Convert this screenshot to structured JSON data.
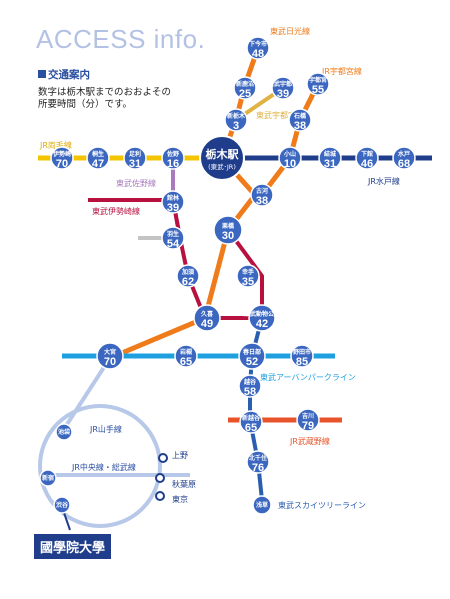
{
  "header": {
    "title": "ACCESS info.",
    "heading": "交通案内",
    "desc_line1": "数字は栃木駅までのおおよその",
    "desc_line2": "所要時間（分）です。"
  },
  "hub": {
    "name": "栃木駅",
    "sub": "(東武･JR)"
  },
  "stations": {
    "shimoimaichi": {
      "name": "下今市",
      "min": "48"
    },
    "shinkanuma": {
      "name": "新鹿沼",
      "min": "25"
    },
    "tobuutsunomiya": {
      "name": "東武宇都宮",
      "min": "39"
    },
    "utsunomiya": {
      "name": "宇都宮",
      "min": "55"
    },
    "shinkanumabashi": {
      "name": "新栃木",
      "min": "3"
    },
    "ishibashi": {
      "name": "石橋",
      "min": "38"
    },
    "isesaki": {
      "name": "伊勢崎",
      "min": "70"
    },
    "kiryu": {
      "name": "桐生",
      "min": "47"
    },
    "ashikaga": {
      "name": "足利",
      "min": "31"
    },
    "sano": {
      "name": "佐野",
      "min": "16"
    },
    "oyama": {
      "name": "小山",
      "min": "10"
    },
    "yuki": {
      "name": "結城",
      "min": "31"
    },
    "shimodate": {
      "name": "下館",
      "min": "46"
    },
    "mito": {
      "name": "水戸",
      "min": "68"
    },
    "tatebayashi": {
      "name": "館林",
      "min": "39"
    },
    "koga": {
      "name": "古河",
      "min": "38"
    },
    "kurihashi": {
      "name": "栗橋",
      "min": "30"
    },
    "hanyu": {
      "name": "羽生",
      "min": "54"
    },
    "kuki2": {
      "name": "幸手",
      "min": "35"
    },
    "kazo": {
      "name": "加須",
      "min": "62"
    },
    "kuki": {
      "name": "久喜",
      "min": "49"
    },
    "tobudobutsukoen": {
      "name": "東武動物公園",
      "min": "42"
    },
    "omiya": {
      "name": "大宮",
      "min": "70"
    },
    "iwatsuki": {
      "name": "岩槻",
      "min": "65"
    },
    "kasukabe": {
      "name": "春日部",
      "min": "52"
    },
    "noda": {
      "name": "野田市",
      "min": "85"
    },
    "koshigaya": {
      "name": "越谷",
      "min": "58"
    },
    "shinkoshigaya": {
      "name": "新越谷",
      "min": "65"
    },
    "yoshikawa": {
      "name": "吉川",
      "min": "79"
    },
    "kitasenju": {
      "name": "北千住",
      "min": "76"
    },
    "asakusa": {
      "name": "浅草"
    },
    "ikebukuro": {
      "name": "池袋"
    },
    "shinjuku": {
      "name": "新宿"
    },
    "shibuya": {
      "name": "渋谷"
    }
  },
  "plain_stations": {
    "ueno": "上野",
    "akihabara": "秋葉原",
    "tokyo": "東京"
  },
  "lines": {
    "tobu_nikko": {
      "label": "東武日光線",
      "color": "#ef7b1a"
    },
    "jr_utsunomiya": {
      "label": "JR宇都宮線",
      "color": "#ef7b1a"
    },
    "tobu_utsunomiya": {
      "label": "東武宇都宮線",
      "color": "#e0b243"
    },
    "jr_ryomo": {
      "label": "JR両毛線",
      "color": "#f4c400"
    },
    "jr_mito": {
      "label": "JR水戸線",
      "color": "#1f3d8a"
    },
    "tobu_sano": {
      "label": "東武佐野線",
      "color": "#a97bbe"
    },
    "tobu_isesaki": {
      "label": "東武伊勢崎線",
      "color": "#b8103f"
    },
    "tobu_urban": {
      "label": "東武アーバンパークライン",
      "color": "#1ea0e0"
    },
    "jr_musashino": {
      "label": "JR武蔵野線",
      "color": "#e8532a"
    },
    "tobu_skytree": {
      "label": "東武スカイツリーライン",
      "color": "#2a5fb0"
    },
    "jr_yamanote": {
      "label": "JR山手線",
      "color": "#b7c8e8"
    },
    "jr_chuo_sobu": {
      "label": "JR中央線・総武線",
      "color": "#b7c8e8"
    }
  },
  "university": "國學院大學"
}
